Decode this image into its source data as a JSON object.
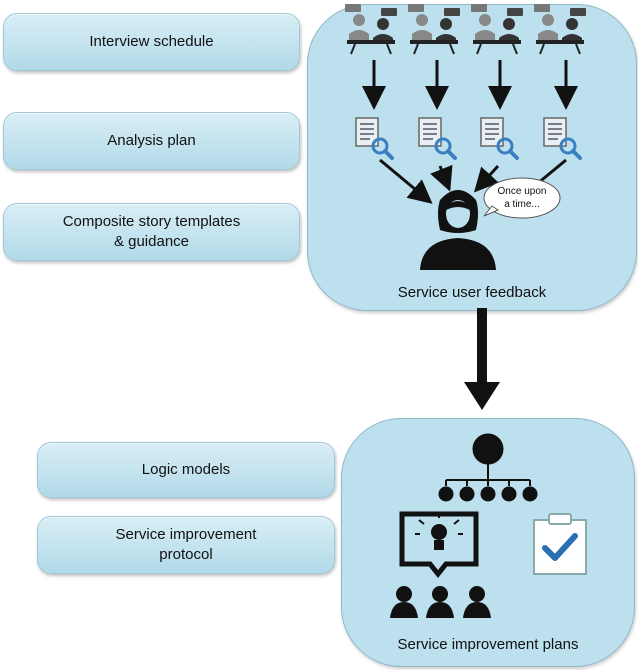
{
  "inputs_top": [
    {
      "label": "Interview schedule"
    },
    {
      "label": "Analysis plan"
    },
    {
      "label": "Composite story templates\n& guidance"
    }
  ],
  "inputs_bottom": [
    {
      "label": "Logic models"
    },
    {
      "label": "Service improvement\nprotocol"
    }
  ],
  "feedback_panel": {
    "label": "Service user feedback",
    "speech_bubble": "Once upon\na time..."
  },
  "plans_panel": {
    "label": "Service improvement plans"
  },
  "colors": {
    "panel_fill": "#bde0ee",
    "pill_fill": "#c3e3ef",
    "icon_dark": "#111111",
    "magnifier": "#3a7fc1",
    "check": "#2a6fb3"
  },
  "icons": [
    "interviewer-interviewee-icon",
    "document-magnifier-icon",
    "storyteller-woman-icon",
    "hierarchy-icon",
    "presentation-lightbulb-icon",
    "audience-icon",
    "clipboard-check-icon"
  ]
}
